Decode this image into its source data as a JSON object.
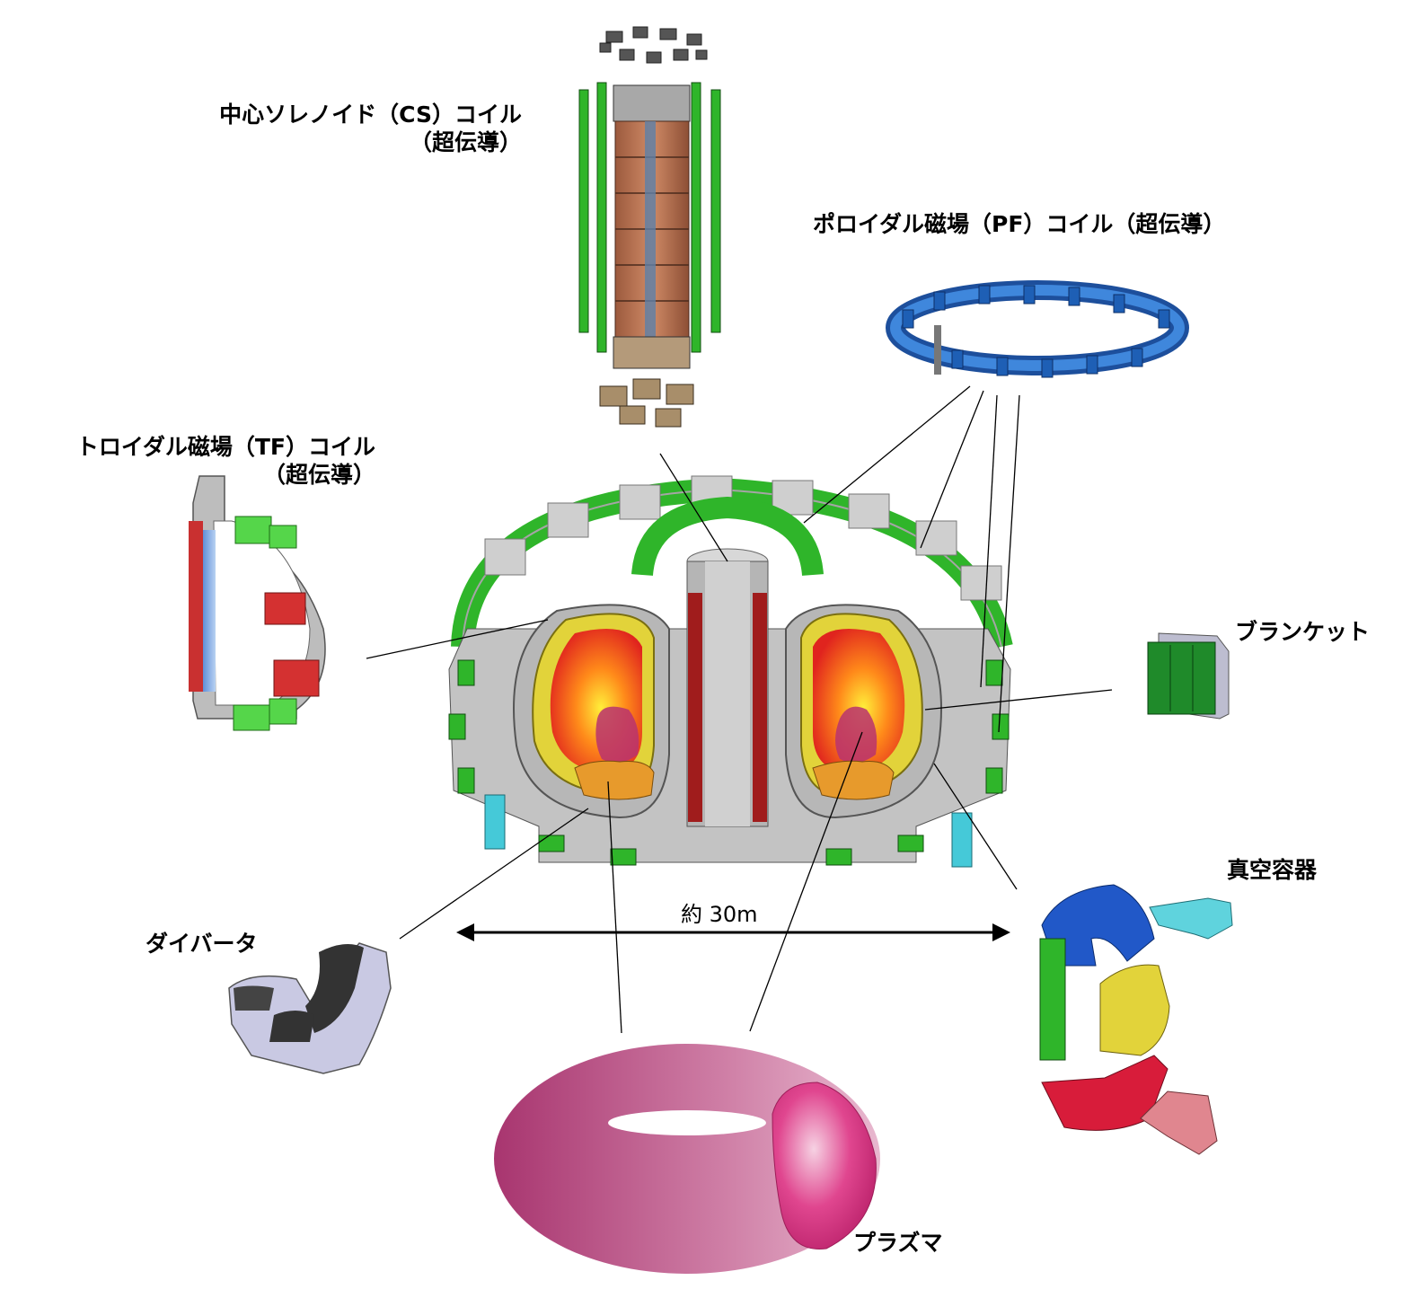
{
  "labels": {
    "cs_coil_line1": "中心ソレノイド（CS）コイル",
    "cs_coil_line2": "（超伝導）",
    "pf_coil": "ポロイダル磁場（PF）コイル（超伝導）",
    "tf_coil_line1": "トロイダル磁場（TF）コイル",
    "tf_coil_line2": "（超伝導）",
    "blanket": "ブランケット",
    "vacuum_vessel": "真空容器",
    "divertor": "ダイバータ",
    "plasma": "プラズマ",
    "dimension": "約 30m"
  },
  "colors": {
    "coil_green": "#2fb52a",
    "steel_grey": "#c9c9c9",
    "plasma_pink": "#c23d7c",
    "blanket_yellow": "#e2d33a",
    "divertor_orange": "#e79a2c",
    "vessel_blue": "#2158c8",
    "cs_copper": "#c07a5a",
    "pf_blue": "#2e74c9",
    "leader_line": "#000000"
  }
}
